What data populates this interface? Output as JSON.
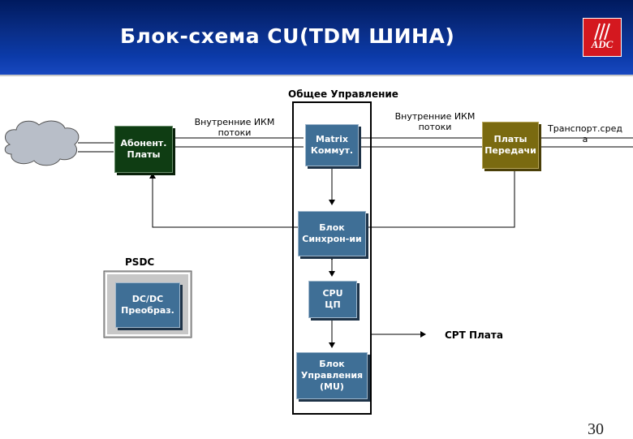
{
  "slide": {
    "title": "Блок-схема CU(TDM ШИНА)",
    "logo": "ADC",
    "page_number": "30"
  },
  "labels": {
    "general_control": "Общее Управление",
    "internal_streams_left": "Внутренние ИКМ\nпотоки",
    "internal_streams_right": "Внутренние ИКМ\nпотоки",
    "transport_media": "Транспорт.сред\nа",
    "psdc": "PSDC",
    "cpt_board": "CPT Плата"
  },
  "boxes": {
    "subscriber": "Абонент.\nПлаты",
    "matrix": "Matrix\nКоммут.",
    "transmission": "Платы\nПередачи",
    "sync": "Блок\nСинхрон-ии",
    "cpu": "CPU\nЦП",
    "mu": "Блок\nУправления\n(MU)",
    "dcdc": "DC/DC\nПреобраз."
  },
  "colors": {
    "header": "#0b3aa8",
    "box_blue": "#3f6f96",
    "box_green": "#0f3d13",
    "box_olive": "#7a6a10",
    "logo": "#d4181f"
  }
}
